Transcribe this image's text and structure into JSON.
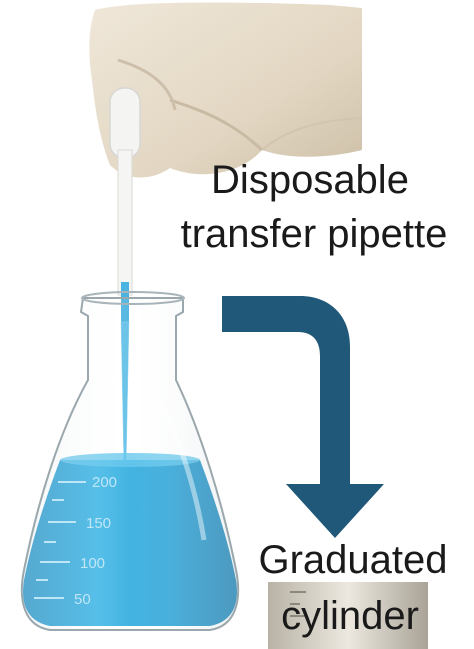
{
  "labels": {
    "pipette_line1": "Disposable",
    "pipette_line2": "transfer pipette",
    "cylinder_line1": "Graduated",
    "cylinder_line2": "cylinder"
  },
  "flask_graduations": [
    "200",
    "150",
    "100",
    "50"
  ],
  "colors": {
    "liquid": "#29a8dc",
    "arrow": "#1f5878",
    "glove": "#e6dccb"
  }
}
